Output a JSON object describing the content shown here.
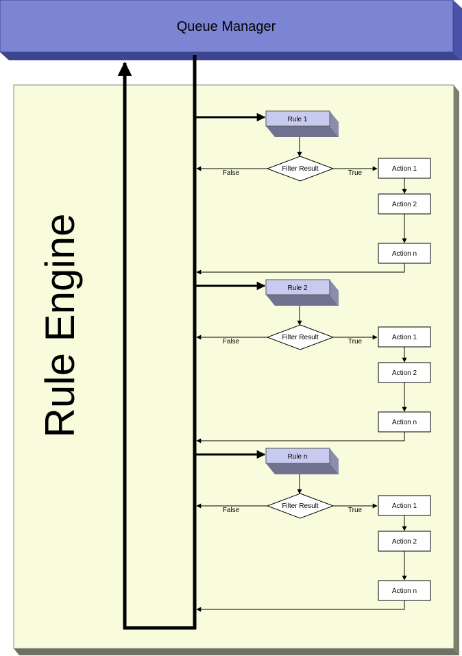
{
  "queue_manager": {
    "label": "Queue Manager"
  },
  "rule_engine": {
    "label": "Rule Engine"
  },
  "colors": {
    "queue_face": "#7b85d3",
    "queue_edge": "#3d4590",
    "engine_fill": "#f8fbdc",
    "rule_face": "#c7cbef",
    "rule_edge": "#6f7390"
  },
  "blocks": [
    {
      "rule": "Rule 1",
      "filter": "Filter Result",
      "false_label": "False",
      "true_label": "True",
      "actions": [
        "Action 1",
        "Action 2",
        "Action n"
      ]
    },
    {
      "rule": "Rule 2",
      "filter": "Filter Result",
      "false_label": "False",
      "true_label": "True",
      "actions": [
        "Action 1",
        "Action 2",
        "Action n"
      ]
    },
    {
      "rule": "Rule n",
      "filter": "Filter Result",
      "false_label": "False",
      "true_label": "True",
      "actions": [
        "Action 1",
        "Action 2",
        "Action n"
      ]
    }
  ]
}
